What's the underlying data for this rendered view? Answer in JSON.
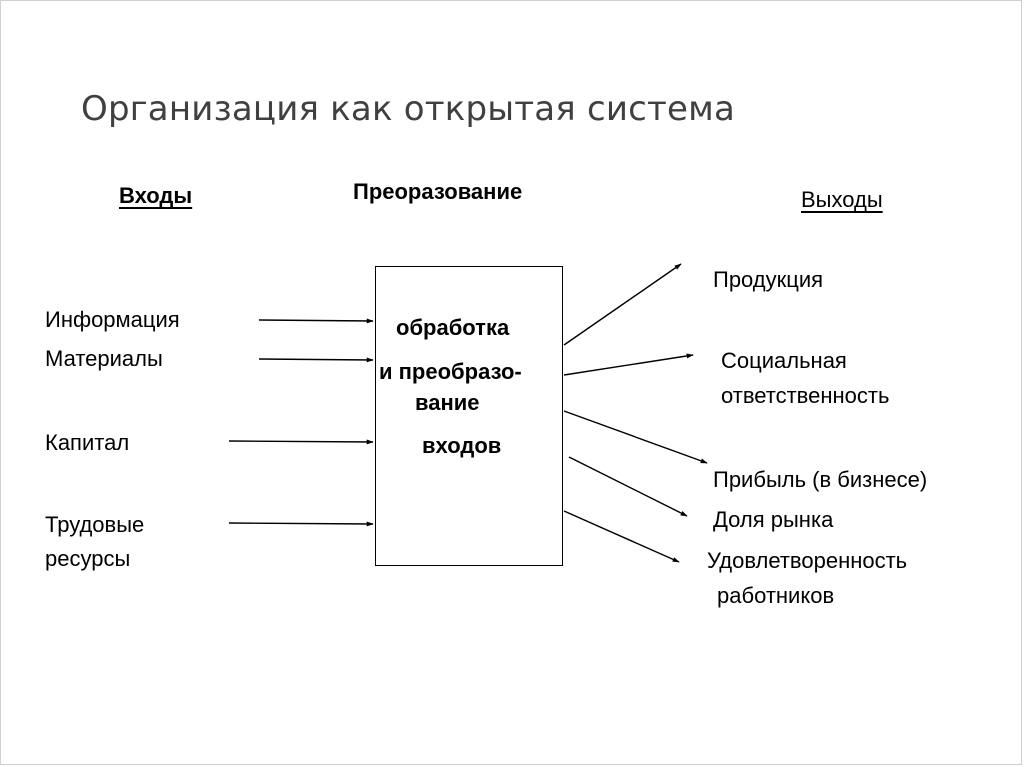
{
  "title": "Организация как открытая система",
  "headers": {
    "inputs": "Входы",
    "transformation": "Преоразование",
    "outputs": "Выходы"
  },
  "inputs": {
    "information": "Информация",
    "materials": "Материалы",
    "capital": "Капитал",
    "labor_line1": "Трудовые",
    "labor_line2": "ресурсы"
  },
  "process": {
    "line1": "обработка",
    "line2": "и преобразо-",
    "line3": "вание",
    "line4": "входов"
  },
  "outputs": {
    "products": "Продукция",
    "social_line1": "Социальная",
    "social_line2": "ответственность",
    "profit": "Прибыль (в бизнесе)",
    "market_share": "Доля рынка",
    "satisfaction_line1": "Удовлетворенность",
    "satisfaction_line2": "работников"
  },
  "colors": {
    "title": "#404040",
    "lines": "#000000"
  }
}
